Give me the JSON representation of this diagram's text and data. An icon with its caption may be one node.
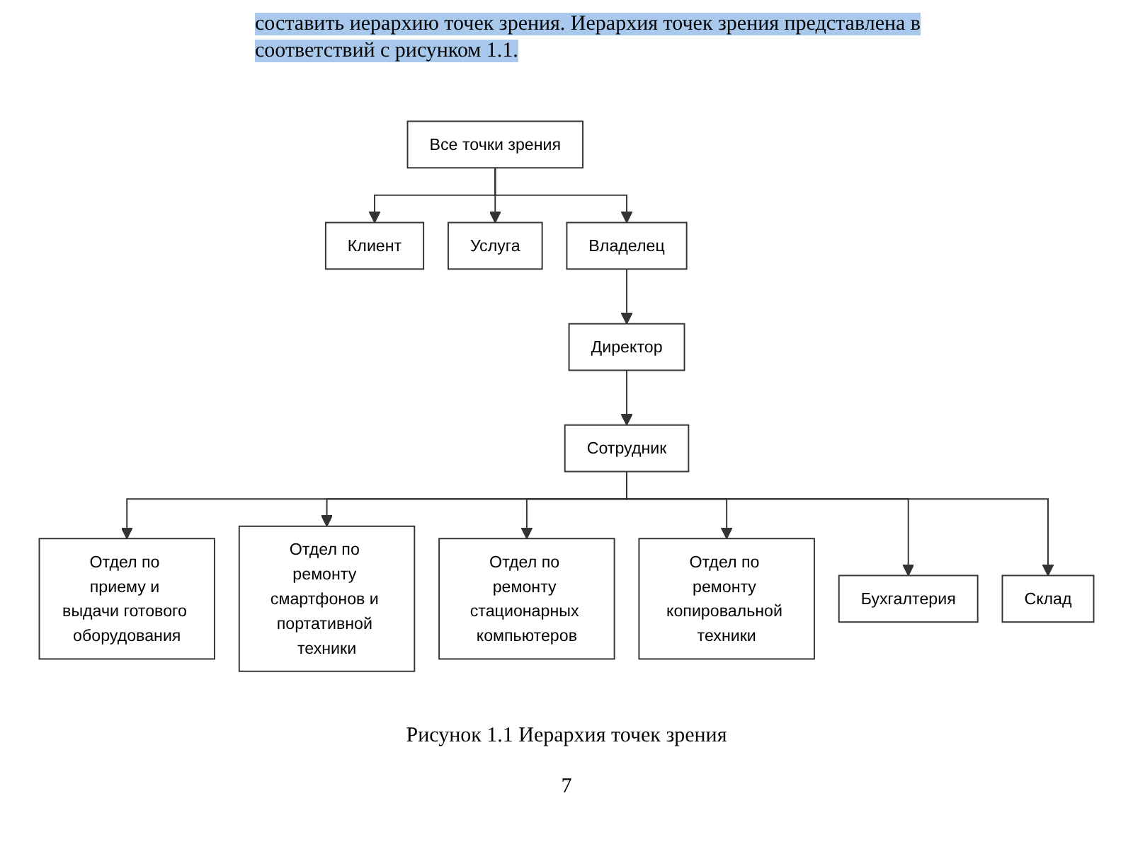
{
  "diagram": {
    "caption": "Рисунок 1.1 Иерархия точек зрения",
    "nodes": [
      {
        "text": [
          "Все точки зрения"
        ]
      },
      {
        "text": [
          "Клиент"
        ]
      },
      {
        "text": [
          "Услуга"
        ]
      },
      {
        "text": [
          "Владелец"
        ]
      },
      {
        "text": [
          "Директор"
        ]
      },
      {
        "text": [
          "Сотрудник"
        ]
      },
      {
        "text": [
          "Отдел по приему и выдачи готового оборудования"
        ]
      },
      {
        "text": [
          "Отдел по ремонту смартфонов и портативной техники"
        ]
      },
      {
        "text": [
          "Отдел по ремонту стационарных компьютеров"
        ]
      },
      {
        "text": [
          "Отдел по ремонту копировальной техники"
        ]
      },
      {
        "text": [
          "Бухгалтерия"
        ]
      },
      {
        "text": [
          "Склад"
        ]
      }
    ],
    "edges": [
      {
        "from": 0,
        "to": 1,
        "arrow": "to"
      },
      {
        "from": 0,
        "to": 2,
        "arrow": "to"
      },
      {
        "from": 0,
        "to": 3,
        "arrow": "to"
      },
      {
        "from": 3,
        "to": 4,
        "arrow": "to"
      },
      {
        "from": 4,
        "to": 5,
        "arrow": "to"
      },
      {
        "from": 5,
        "to": 6,
        "arrow": "to"
      },
      {
        "from": 5,
        "to": 7,
        "arrow": "to"
      },
      {
        "from": 5,
        "to": 8,
        "arrow": "to"
      },
      {
        "from": 5,
        "to": 9,
        "arrow": "to"
      },
      {
        "from": 5,
        "to": 10,
        "arrow": "to"
      },
      {
        "from": 5,
        "to": 11,
        "arrow": "to"
      }
    ],
    "labels": [
      "составить иерархию точек зрения. Иерархия точек зрения представлена в соответствий с рисунком 1.1.",
      "7"
    ]
  }
}
